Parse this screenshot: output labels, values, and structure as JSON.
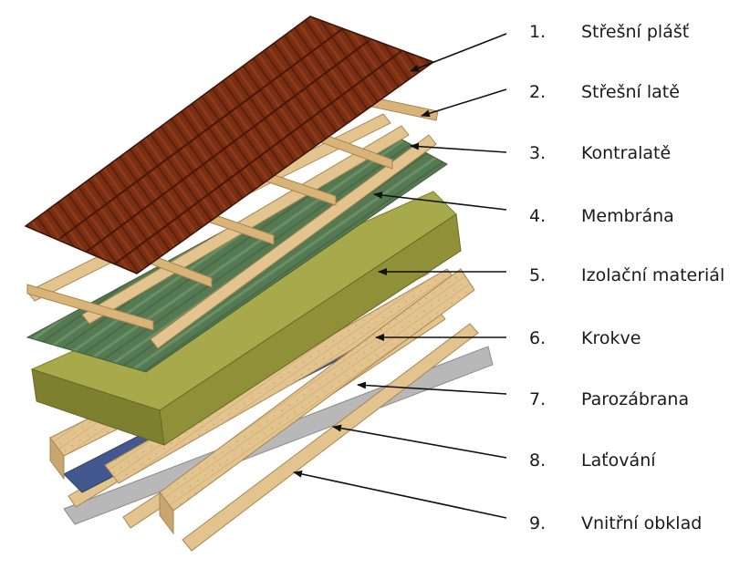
{
  "legend": {
    "items": [
      {
        "number": "1.",
        "label": "Střešní plášť"
      },
      {
        "number": "2.",
        "label": "Střešní latě"
      },
      {
        "number": "3.",
        "label": "Kontralatě"
      },
      {
        "number": "4.",
        "label": "Membrána"
      },
      {
        "number": "5.",
        "label": "Izolační materiál"
      },
      {
        "number": "6.",
        "label": "Krokve"
      },
      {
        "number": "7.",
        "label": "Parozábrana"
      },
      {
        "number": "8.",
        "label": "Laťování"
      },
      {
        "number": "9.",
        "label": "Vnitřní obklad"
      }
    ]
  },
  "colors": {
    "roof_tile": "#7a2e12",
    "roof_tile_dark": "#4a1608",
    "wood": "#e3c48e",
    "wood_dark": "#b08a55",
    "membrane": "#557a52",
    "insulation": "#a8a94a",
    "insulation_side": "#7e8030",
    "vapor_barrier": "#43588e",
    "inner_lining": "#b8b8b8",
    "leader_line": "#111111"
  }
}
